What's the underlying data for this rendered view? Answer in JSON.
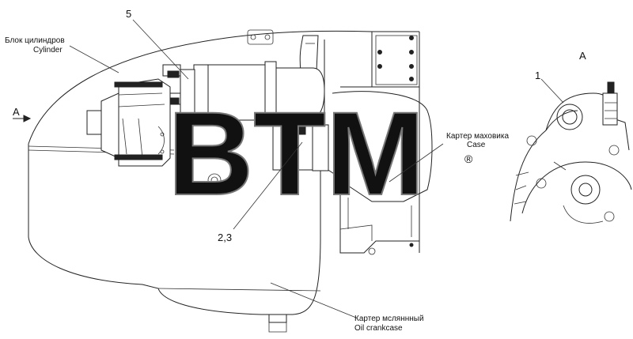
{
  "labels": {
    "cylinder_block_ru": "Блок цилиндров",
    "cylinder_block_en": "Cylinder",
    "flywheel_case_ru": "Картер маховика",
    "flywheel_case_en": "Case",
    "oil_crankcase_ru": "Картер мсляннный",
    "oil_crankcase_en": "Oil crankcase",
    "view_arrow": "A",
    "view_title": "A",
    "callout_5": "5",
    "callout_23": "2,3",
    "callout_1": "1"
  },
  "watermark": {
    "text": "BTM",
    "registered": "®"
  }
}
